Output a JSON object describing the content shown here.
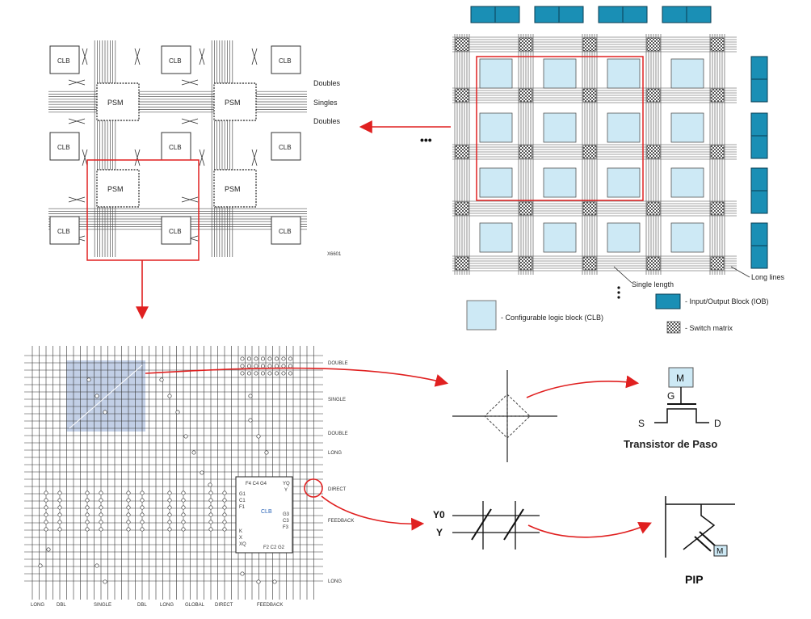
{
  "panel_psm": {
    "clb_label": "CLB",
    "psm_label": "PSM",
    "doubles_top": "Doubles",
    "singles": "Singles",
    "doubles_bottom": "Doubles",
    "part_code": "X6601"
  },
  "panel_array": {
    "ellipsis": "•••",
    "single_length": "Single length",
    "long_lines": "Long lines",
    "legend_clb": "- Configurable logic block (CLB)",
    "legend_iob": "- Input/Output Block (IOB)",
    "legend_switch": "- Switch matrix"
  },
  "panel_detail": {
    "right_labels": [
      "DOUBLE",
      "SINGLE",
      "DOUBLE",
      "LONG",
      "DIRECT",
      "FEEDBACK",
      "LONG"
    ],
    "bottom_labels": [
      "LONG",
      "DBL",
      "SINGLE",
      "DBL",
      "LONG",
      "GLOBAL",
      "DIRECT",
      "FEEDBACK"
    ],
    "clb_label": "CLB",
    "clb_top_pins": "F4 C4 G4",
    "clb_bottom_pins": "F2 C2 G2",
    "clb_left_pins": [
      "G1",
      "C1",
      "F1",
      "K",
      "X",
      "XQ"
    ],
    "clb_right_pins": [
      "YQ",
      "Y",
      "G3",
      "C3",
      "F3"
    ]
  },
  "pass_transistor": {
    "m_label": "M",
    "g_label": "G",
    "s_label": "S",
    "d_label": "D",
    "title": "Transistor de Paso"
  },
  "pip": {
    "y0_label": "Y0",
    "y_label": "Y",
    "m_label": "M",
    "title": "PIP"
  },
  "colors": {
    "iob": "#1a8fb5",
    "clb_fill": "#cde9f5",
    "arrow": "#e02020",
    "highlight": "#e02020",
    "selection": "#8fa7d2"
  }
}
